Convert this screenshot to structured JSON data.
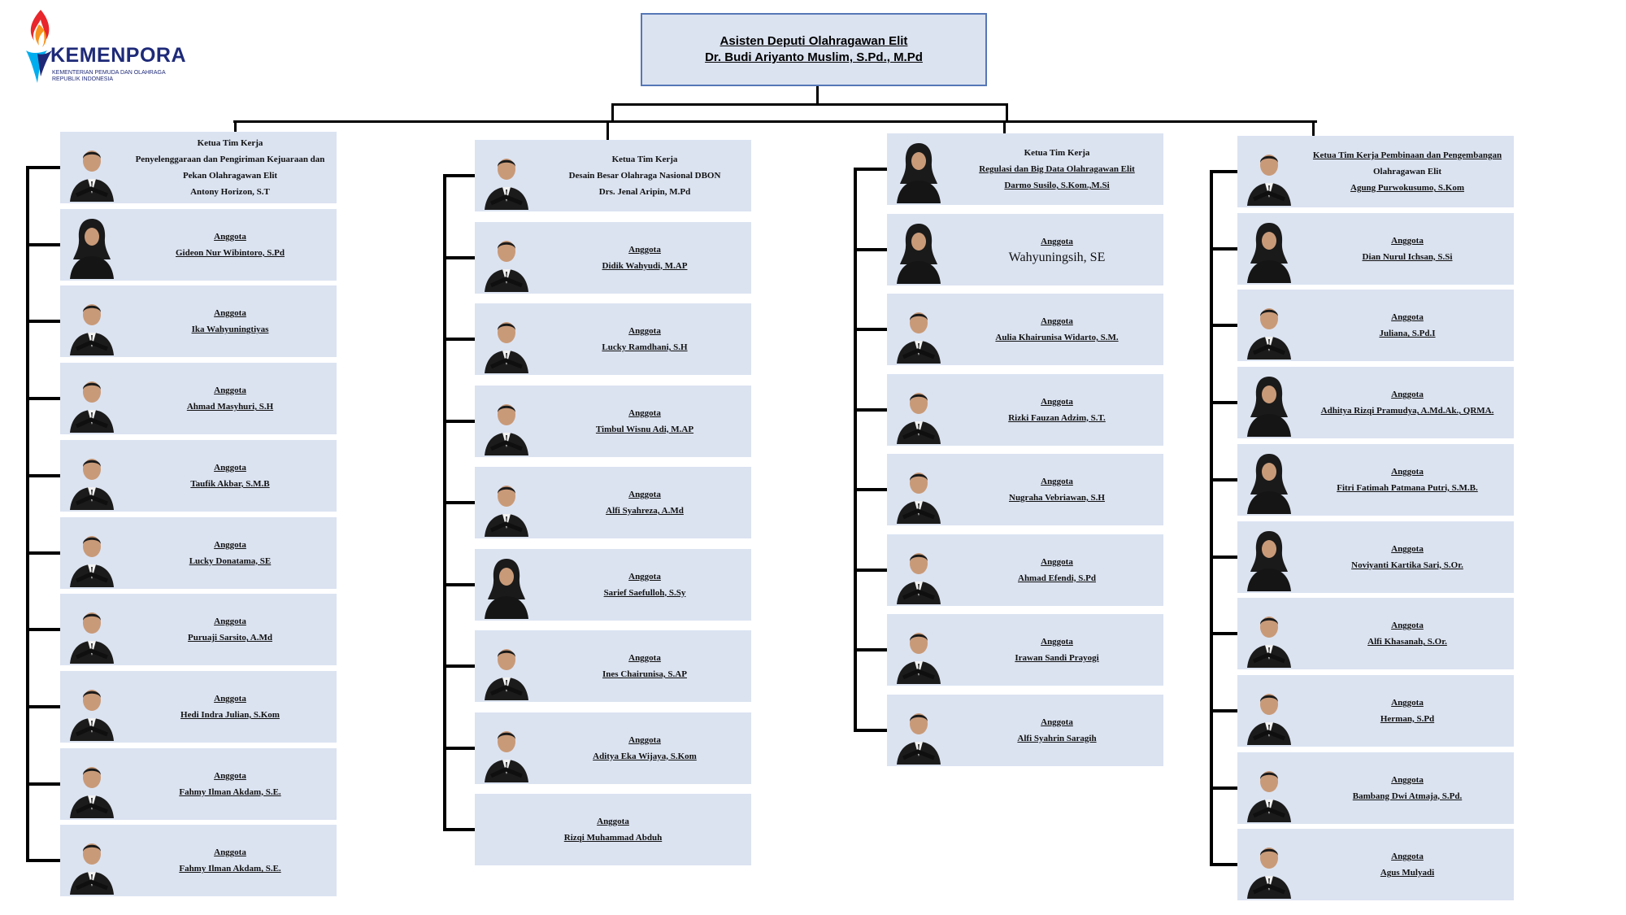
{
  "logo": {
    "name": "KEMENPORA",
    "subtitle_line1": "KEMENTERIAN PEMUDA DAN OLAHRAGA",
    "subtitle_line2": "REPUBLIK INDONESIA"
  },
  "head": {
    "title": "Asisten Deputi Olahragawan Elit",
    "name": "Dr. Budi Ariyanto Muslim, S.Pd., M.Pd"
  },
  "colors": {
    "box_fill": "#dbe3f1",
    "head_border": "#5677b6",
    "logo_blue": "#1e2a78",
    "logo_red": "#e8262b",
    "logo_orange": "#f7941d",
    "logo_cyan": "#00aeef"
  },
  "teams": [
    {
      "leader": {
        "role": "Ketua Tim Kerja",
        "lines": [
          "Penyelenggaraan dan Pengiriman Kejuaraan dan",
          "Pekan Olahragawan Elit"
        ],
        "name": "Antony Horizon, S.T"
      },
      "members": [
        {
          "role": "Anggota",
          "name": "Gideon Nur Wibintoro, S.Pd"
        },
        {
          "role": "Anggota",
          "name": "Ika Wahyuningtiyas"
        },
        {
          "role": "Anggota",
          "name": "Ahmad Masyhuri, S.H"
        },
        {
          "role": "Anggota",
          "name": "Taufik Akbar, S.M.B"
        },
        {
          "role": "Anggota",
          "name": "Lucky Donatama, SE"
        },
        {
          "role": "Anggota",
          "name": "Puruaji Sarsito, A.Md"
        },
        {
          "role": "Anggota",
          "name": "Hedi Indra Julian, S.Kom"
        },
        {
          "role": "Anggota",
          "name": "Fahmy Ilman Akdam, S.E."
        },
        {
          "role": "Anggota",
          "name": "Fahmy Ilman Akdam, S.E."
        }
      ]
    },
    {
      "leader": {
        "role": "Ketua Tim Kerja",
        "lines": [
          "Desain Besar Olahraga Nasional DBON"
        ],
        "name": "Drs. Jenal Aripin, M.Pd"
      },
      "members": [
        {
          "role": "Anggota",
          "name": "Didik Wahyudi, M.AP"
        },
        {
          "role": "Anggota",
          "name": "Lucky Ramdhani, S.H"
        },
        {
          "role": "Anggota",
          "name": "Timbul Wisnu Adi, M.AP"
        },
        {
          "role": "Anggota",
          "name": "Alfi Syahreza, A.Md"
        },
        {
          "role": "Anggota",
          "name": "Sarief Saefulloh, S.Sy"
        },
        {
          "role": "Anggota",
          "name": "Ines Chairunisa, S.AP"
        },
        {
          "role": "Anggota",
          "name": "Aditya Eka Wijaya, S.Kom"
        },
        {
          "role": "Anggota",
          "name": "Rizqi Muhammad Abduh"
        }
      ]
    },
    {
      "leader": {
        "role": "Ketua Tim Kerja",
        "lines": [
          "Regulasi dan Big Data Olahragawan Elit"
        ],
        "name": "Darmo Susilo, S.Kom.,M.Si"
      },
      "members": [
        {
          "role": "Anggota",
          "name": "Wahyuningsih, SE"
        },
        {
          "role": "Anggota",
          "name": "Aulia Khairunisa Widarto, S.M."
        },
        {
          "role": "Anggota",
          "name": "Rizki Fauzan Adzim, S.T."
        },
        {
          "role": "Anggota",
          "name": "Nugraha Vebriawan, S.H"
        },
        {
          "role": "Anggota",
          "name": "Ahmad Efendi, S.Pd"
        },
        {
          "role": "Anggota",
          "name": "Irawan Sandi Prayogi"
        },
        {
          "role": "Anggota",
          "name": "Alfi Syahrin Saragih"
        }
      ]
    },
    {
      "leader": {
        "role": "Ketua Tim Kerja Pembinaan dan Pengembangan",
        "lines": [
          "Olahragawan Elit"
        ],
        "name": "Agung Purwokusumo, S.Kom"
      },
      "members": [
        {
          "role": "Anggota",
          "name": "Dian Nurul Ichsan, S.Si"
        },
        {
          "role": "Anggota",
          "name": "Juliana, S.Pd.I"
        },
        {
          "role": "Anggota",
          "name": "Adhitya Rizqi Pramudya, A.Md.Ak., QRMA."
        },
        {
          "role": "Anggota",
          "name": "Fitri Fatimah Patmana Putri, S.M.B."
        },
        {
          "role": "Anggota",
          "name": "Noviyanti Kartika Sari, S.Or."
        },
        {
          "role": "Anggota",
          "name": "Alfi Khasanah, S.Or."
        },
        {
          "role": "Anggota",
          "name": "Herman, S.Pd"
        },
        {
          "role": "Anggota",
          "name": "Bambang Dwi Atmaja, S.Pd."
        },
        {
          "role": "Anggota",
          "name": "Agus Mulyadi"
        }
      ]
    }
  ]
}
